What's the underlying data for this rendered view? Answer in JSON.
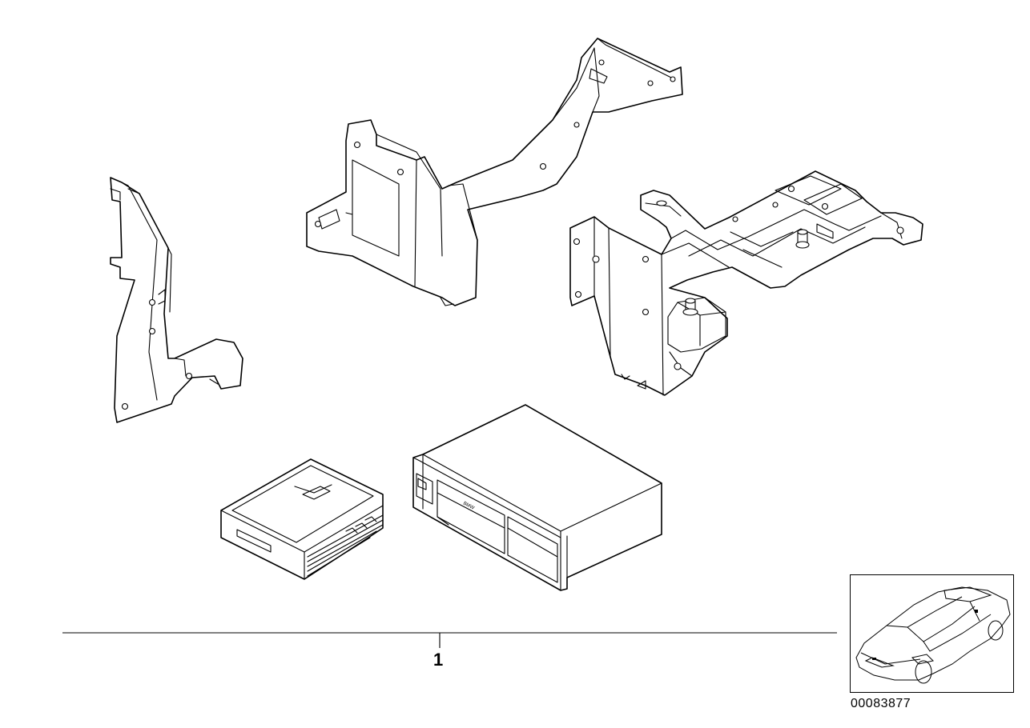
{
  "diagram": {
    "callout_number": "1",
    "diagram_id": "00083877",
    "stamp_text": "BMW",
    "colors": {
      "line": "#000000",
      "background": "#ffffff"
    },
    "parts": [
      "bracket-left",
      "bracket-long-center",
      "bracket-right-assembly",
      "cd-magazine",
      "cd-changer-unit"
    ],
    "thumbnail": "car-location-view"
  }
}
